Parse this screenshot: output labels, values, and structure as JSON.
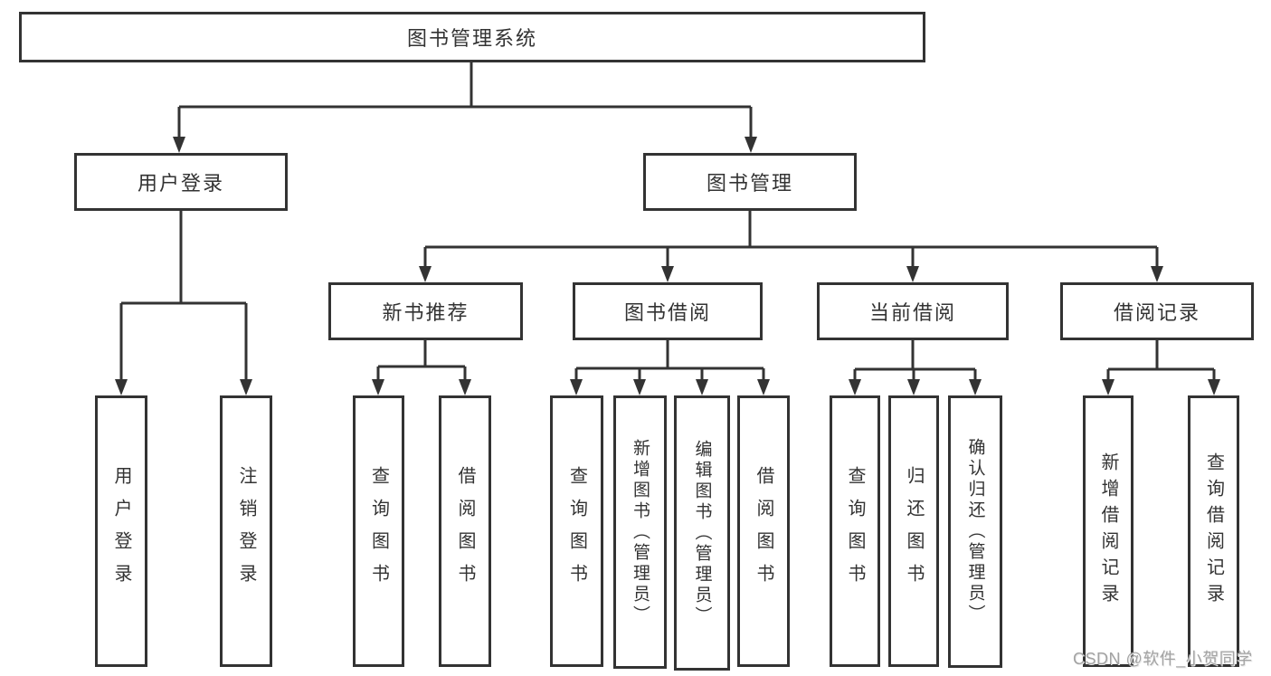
{
  "diagram": {
    "title": "图书管理系统",
    "root": {
      "label": "图书管理系统"
    },
    "level2": [
      {
        "label": "用户登录"
      },
      {
        "label": "图书管理"
      }
    ],
    "level3": [
      {
        "label": "新书推荐",
        "parent": "图书管理"
      },
      {
        "label": "图书借阅",
        "parent": "图书管理"
      },
      {
        "label": "当前借阅",
        "parent": "图书管理"
      },
      {
        "label": "借阅记录",
        "parent": "图书管理"
      }
    ],
    "leaves": [
      {
        "label": "用户登录",
        "parent": "用户登录"
      },
      {
        "label": "注销登录",
        "parent": "用户登录"
      },
      {
        "label": "查询图书",
        "parent": "新书推荐"
      },
      {
        "label": "借阅图书",
        "parent": "新书推荐"
      },
      {
        "label": "查询图书",
        "parent": "图书借阅"
      },
      {
        "label": "新增图书（管理员）",
        "parent": "图书借阅"
      },
      {
        "label": "编辑图书（管理员）",
        "parent": "图书借阅"
      },
      {
        "label": "借阅图书",
        "parent": "图书借阅"
      },
      {
        "label": "查询图书",
        "parent": "当前借阅"
      },
      {
        "label": "归还图书",
        "parent": "当前借阅"
      },
      {
        "label": "确认归还（管理员）",
        "parent": "当前借阅"
      },
      {
        "label": "新增借阅记录",
        "parent": "借阅记录"
      },
      {
        "label": "查询借阅记录",
        "parent": "借阅记录"
      }
    ]
  },
  "watermark": {
    "text": "CSDN @软件_小贺同学"
  },
  "colors": {
    "line": "#333333",
    "text": "#333333",
    "background": "#ffffff",
    "watermark": "#a3a3a3"
  }
}
